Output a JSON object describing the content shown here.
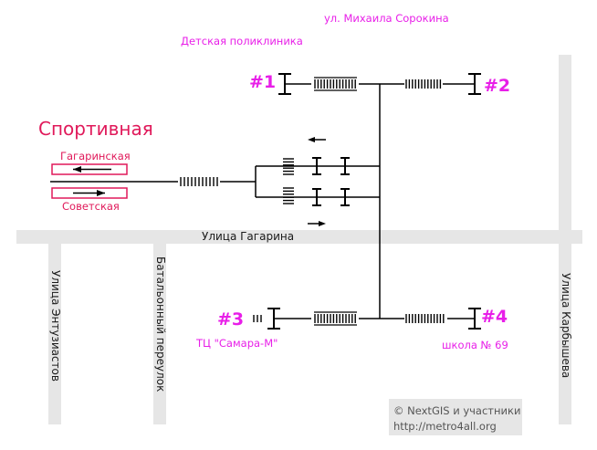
{
  "station": {
    "name": "Спортивная"
  },
  "platforms": {
    "gagarinskaya": {
      "label": "Гагаринская",
      "direction": "left"
    },
    "sovetskaya": {
      "label": "Советская",
      "direction": "right"
    }
  },
  "streets": {
    "gagarina": "Улица Гагарина",
    "entuziastov": "Улица Энтузиастов",
    "batalonny": "Батальонный переулок",
    "karbysheva": "Улица Карбышева",
    "sorokina": "ул. Михаила Сорокина"
  },
  "places": {
    "polyclinic": "Детская поликлиника",
    "samara_m": "ТЦ \"Самара-М\"",
    "school_69": "школа № 69"
  },
  "exits": [
    {
      "id": "1",
      "label": "#1"
    },
    {
      "id": "2",
      "label": "#2"
    },
    {
      "id": "3",
      "label": "#3"
    },
    {
      "id": "4",
      "label": "#4"
    }
  ],
  "credit": {
    "line1": "© NextGIS и участники",
    "line2": "http://metro4all.org"
  },
  "colors": {
    "exit_label": "#e81ee8",
    "station_name": "#e0195a",
    "platform_outline": "#e0195a",
    "road": "#e6e6e6",
    "path": "#000000"
  }
}
